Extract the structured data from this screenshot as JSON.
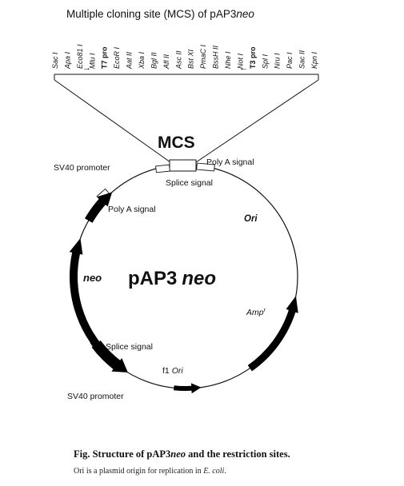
{
  "mcs_title": {
    "prefix": "Multiple cloning site (MCS) of pAP3",
    "italic": "neo"
  },
  "restriction_sites": [
    "Sac I",
    "Apa I",
    "Eco81 I",
    "Mlu I",
    "T7 pro",
    "EcoR I",
    "Aat II",
    "Xba I",
    "Bgl II",
    "Afl II",
    "Asc II",
    "Bst XI",
    "PmaC I",
    "BssH II",
    "Nhe I",
    "Not I",
    "T3 pro",
    "Spl I",
    "Nru I",
    "Pac I",
    "Sac II",
    "Kpn I"
  ],
  "promoter_arrows": {
    "left": "→",
    "right": "←"
  },
  "labels": {
    "mcs": "MCS",
    "poly_a_top": "Poly A signal",
    "sv40_top": "SV40 promoter",
    "splice_top": "Splice signal",
    "poly_a_left": "Poly A signal",
    "ori": "Ori",
    "neo": "neo",
    "plasmid_prefix": "pAP3",
    "plasmid_italic": "neo",
    "amp": "Amp",
    "amp_sup": "r",
    "splice_bottom": "Splice signal",
    "f1_prefix": "f1",
    "f1_italic": "Ori",
    "sv40_bottom": "SV40 promoter"
  },
  "caption": {
    "title_prefix": "Fig. Structure of pAP3",
    "title_italic": "neo",
    "title_suffix": " and the restriction sites.",
    "sub_prefix": "Ori is a plasmid origin for replication in ",
    "sub_italic": "E. coli",
    "sub_suffix": "."
  }
}
